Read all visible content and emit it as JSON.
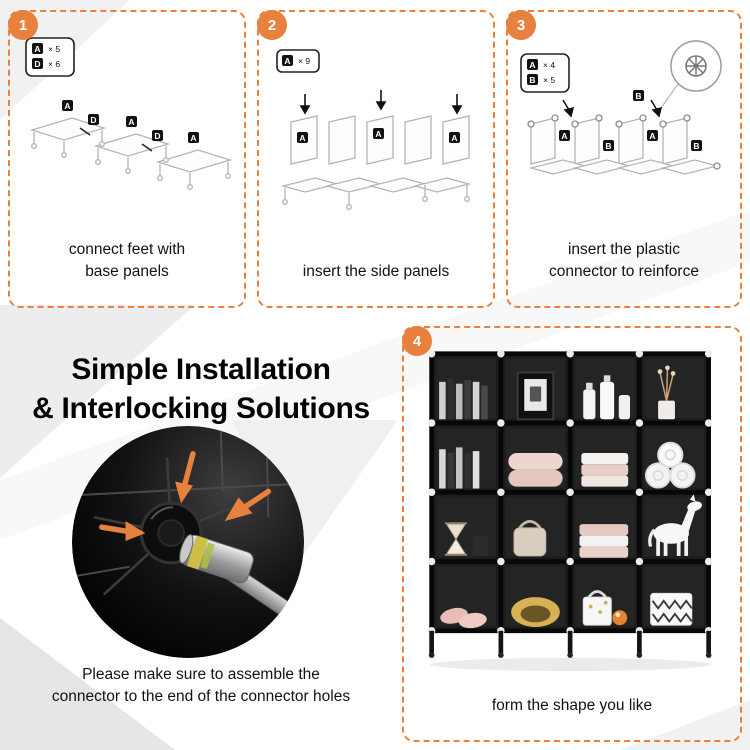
{
  "colors": {
    "accent": "#E8813D"
  },
  "panel_labels": {
    "a": "A",
    "b": "B",
    "d": "D"
  },
  "steps": [
    {
      "number": "1",
      "legend": [
        {
          "label": "A",
          "count": "× 5"
        },
        {
          "label": "D",
          "count": "× 6"
        }
      ],
      "caption_line1": "connect feet with",
      "caption_line2": "base panels"
    },
    {
      "number": "2",
      "legend": [
        {
          "label": "A",
          "count": "× 9"
        }
      ],
      "caption_line1": "insert the side panels"
    },
    {
      "number": "3",
      "legend": [
        {
          "label": "A",
          "count": "× 4"
        },
        {
          "label": "B",
          "count": "× 5"
        }
      ],
      "caption_line1": "insert the plastic",
      "caption_line2": "connector to reinforce"
    },
    {
      "number": "4",
      "caption_line1": "form the shape you like"
    }
  ],
  "feature": {
    "title_line1": "Simple Installation",
    "title_line2": "& Interlocking Solutions",
    "note_line1": "Please make sure to assemble the",
    "note_line2": "connector to the end of the connector holes"
  }
}
